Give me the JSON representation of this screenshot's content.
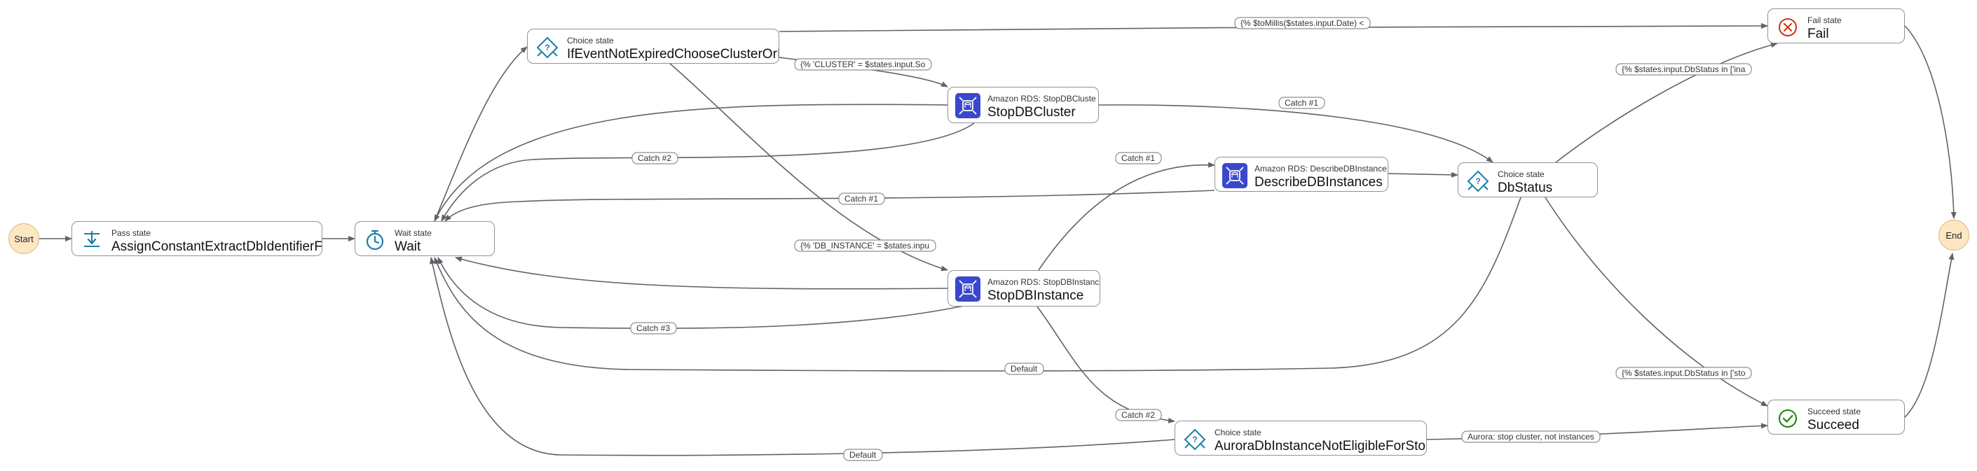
{
  "start_label": "Start",
  "end_label": "End",
  "nodes": {
    "pass": {
      "type": "Pass state",
      "name": "AssignConstantExtractDbIdentifierFro"
    },
    "wait": {
      "type": "Wait state",
      "name": "Wait"
    },
    "choice_expired": {
      "type": "Choice state",
      "name": "IfEventNotExpiredChooseClusterOrIn"
    },
    "stop_cluster": {
      "type": "Amazon RDS: StopDBCluste",
      "name": "StopDBCluster"
    },
    "stop_instance": {
      "type": "Amazon RDS: StopDBInstance",
      "name": "StopDBInstance"
    },
    "describe": {
      "type": "Amazon RDS: DescribeDBInstance",
      "name": "DescribeDBInstances"
    },
    "db_status": {
      "type": "Choice state",
      "name": "DbStatus"
    },
    "aurora": {
      "type": "Choice state",
      "name": "AuroraDbInstanceNotEligibleForStop|"
    },
    "fail": {
      "type": "Fail state",
      "name": "Fail"
    },
    "succeed": {
      "type": "Succeed state",
      "name": "Succeed"
    }
  },
  "edge_labels": {
    "to_millis": "{% $toMillis($states.input.Date) <",
    "cluster_cond": "{% 'CLUSTER' = $states.input.So",
    "db_instance_cond": "{% 'DB_INSTANCE' = $states.inpu",
    "catch1_cluster": "Catch #1",
    "catch2_cluster": "Catch #2",
    "catch1_instance": "Catch #1",
    "catch1_describe": "Catch #1",
    "catch3_instance": "Catch #3",
    "catch2_instance": "Catch #2",
    "default_status": "Default",
    "default_aurora": "Default",
    "status_fail": "{% $states.input.DbStatus in ['ina",
    "status_succeed": "{% $states.input.DbStatus in ['sto",
    "aurora_succeed": "Aurora: stop cluster, not instances"
  },
  "icons": {
    "pass": "pass-state-icon",
    "wait": "stopwatch-icon",
    "choice": "choice-diamond-icon",
    "rds": "amazon-rds-icon",
    "fail": "fail-x-icon",
    "succeed": "succeed-check-icon"
  },
  "colors": {
    "edge": "#5f6368",
    "node_border": "#8f9397",
    "terminal_fill": "#fde7c3",
    "rds_blue": "#3b48cc",
    "aws_teal": "#1a7fa6",
    "fail_red": "#d13212",
    "succeed_green": "#1d8102"
  }
}
